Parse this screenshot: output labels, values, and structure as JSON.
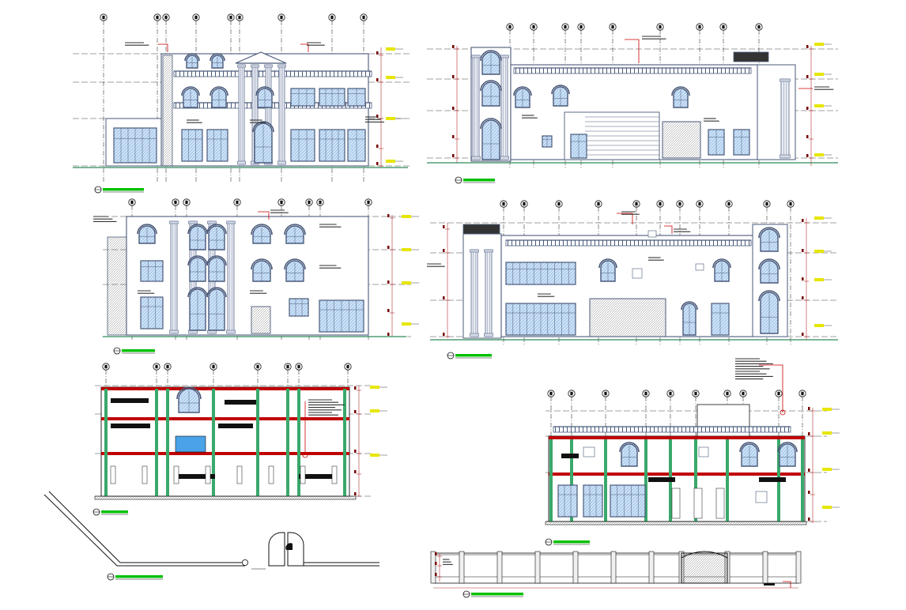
{
  "drawing": {
    "colors": {
      "wall": "#4a5a7a",
      "grid": "#111111",
      "dimension": "#b03030",
      "leader": "#cc0000",
      "ground": "#2e8b57",
      "titlebar": "#00c000",
      "level_tag": "#e6e600",
      "glass": "#7fb3e6",
      "column": "#6b7a99",
      "slab": "#c00000",
      "floor_band": "#3aa86b",
      "pool": "#4aa3e8"
    },
    "icons": [
      "grid-bubble-icon",
      "section-marker-icon",
      "level-tag-icon"
    ],
    "views": [
      {
        "id": "front-elevation",
        "kind": "elevation"
      },
      {
        "id": "rear-elevation",
        "kind": "elevation"
      },
      {
        "id": "left-side-elevation",
        "kind": "elevation"
      },
      {
        "id": "right-side-elevation",
        "kind": "elevation"
      },
      {
        "id": "section-a",
        "kind": "section"
      },
      {
        "id": "section-b",
        "kind": "section"
      },
      {
        "id": "boundary-wall-plan",
        "kind": "plan"
      },
      {
        "id": "boundary-wall-elevation",
        "kind": "elevation"
      }
    ]
  }
}
